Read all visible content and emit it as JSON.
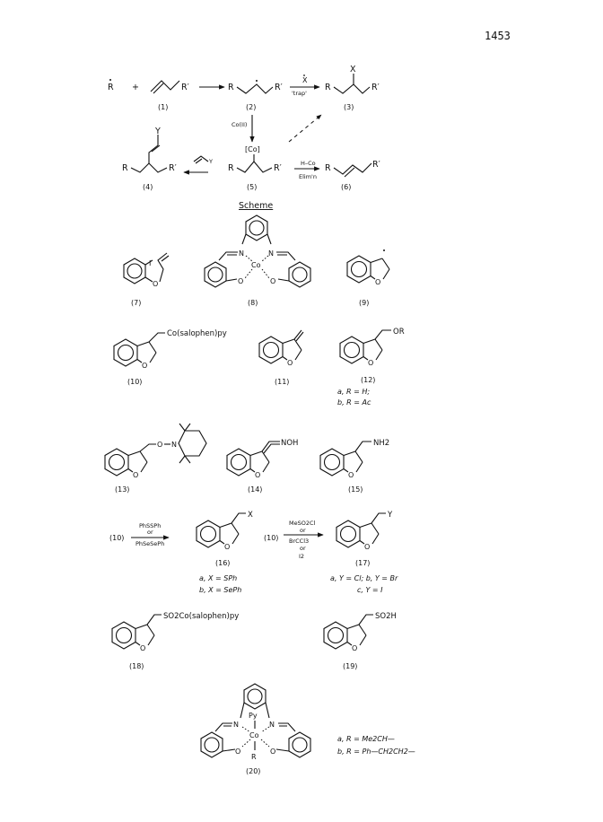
{
  "page_number": "1453",
  "scheme": {
    "radical": "R",
    "plus": "+",
    "substituent": "R′",
    "R": "R",
    "trap_reagent": "X",
    "trap_label": "'trap'",
    "X": "X",
    "cobalt_reagent": "Co(II)",
    "cobalt_group": "[Co]",
    "Y": "Y",
    "elim_reagent": "H–Co",
    "elim_label": "Elim'n",
    "title": "Scheme",
    "labels": {
      "c1": "(1)",
      "c2": "(2)",
      "c3": "(3)",
      "c4": "(4)",
      "c5": "(5)",
      "c6": "(6)"
    }
  },
  "compounds": {
    "c7": "(7)",
    "c8": "(8)",
    "c9": "(9)",
    "c10": "(10)",
    "c10_group": "Co(salophen)py",
    "c11": "(11)",
    "c12": "(12)",
    "c12_group": "OR",
    "c12_a": "a,  R = H;",
    "c12_b": "b,  R = Ac",
    "c13": "(13)",
    "c14": "(14)",
    "c14_group": "NOH",
    "c15": "(15)",
    "c15_group": "NH2",
    "c16": "(16)",
    "c16_group": "X",
    "c16_a": "a,  X = SPh",
    "c16_b": "b,  X = SePh",
    "c17": "(17)",
    "c17_group": "Y",
    "c17_a": "a,  Y = Cl;  b,  Y = Br",
    "c17_b": "c,  Y = I",
    "c18": "(18)",
    "c18_group": "SO2Co(salophen)py",
    "c19": "(19)",
    "c19_group": "SO2H",
    "c20": "(20)",
    "c20_a": "a,  R = Me2CH—",
    "c20_b": "b,  R = Ph—CH2CH2—",
    "atoms": {
      "N": "N",
      "O": "O",
      "Co": "Co",
      "Py": "Py",
      "R": "R"
    }
  },
  "reactions": {
    "from": "(10)",
    "r1_top": "PhSSPh",
    "r1_mid": "or",
    "r1_bot": "PhSeSePh",
    "r2_top": "MeSO2Cl",
    "r2_or1": "or",
    "r2_mid": "BrCCl3",
    "r2_or2": "or",
    "r2_bot": "I2"
  }
}
